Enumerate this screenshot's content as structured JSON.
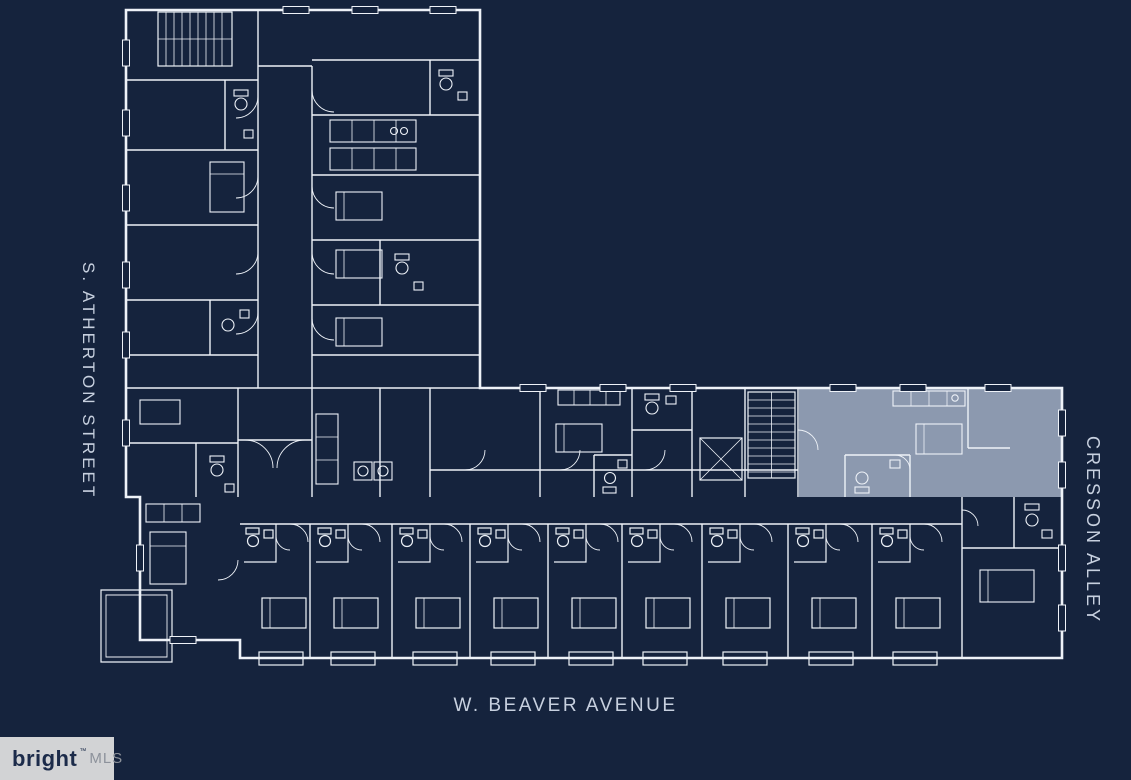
{
  "labels": {
    "left_street": "S. ATHERTON STREET",
    "right_street": "CRESSON ALLEY",
    "bottom_street": "W. BEAVER AVENUE"
  },
  "watermark": {
    "brand": "bright",
    "trademark": "™",
    "suffix": "MLS"
  },
  "colors": {
    "bg": "#15233d",
    "line": "#eef2f8",
    "label": "#c7d0df",
    "highlight": "#8c99af",
    "logo_bg": "#d2d3d5",
    "logo_navy": "#1c2b4a",
    "logo_gray": "#8d929b",
    "logo_accent": "#e8441f"
  }
}
